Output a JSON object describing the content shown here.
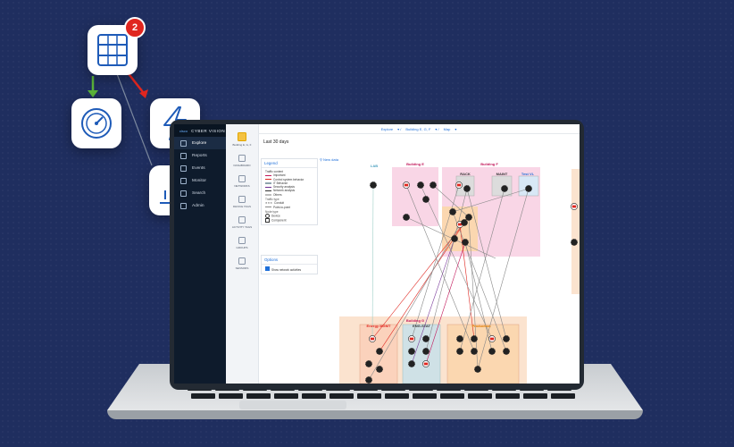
{
  "floating": {
    "notification_count": "2",
    "icons": [
      "server-rack-icon",
      "gauge-icon",
      "lightning-icon",
      "analytics-icon"
    ],
    "arrow_colors": {
      "green": "#5bb43a",
      "red": "#e0261f"
    }
  },
  "app": {
    "brand": "CYBER VISION",
    "logo": "cisco",
    "nav": [
      {
        "label": "Explore",
        "icon": "explore-icon"
      },
      {
        "label": "Reports",
        "icon": "report-icon"
      },
      {
        "label": "Events",
        "icon": "calendar-icon"
      },
      {
        "label": "Monitor",
        "icon": "monitor-icon"
      },
      {
        "label": "Search",
        "icon": "search-icon"
      },
      {
        "label": "Admin",
        "icon": "gear-icon"
      }
    ],
    "subnav": [
      {
        "label": "Building E, G, F",
        "icon": "map-icon"
      },
      {
        "label": "DASHBOARD",
        "icon": "dashboard-icon"
      },
      {
        "label": "NETWORKS",
        "icon": "network-icon"
      },
      {
        "label": "DEVICE TAGS",
        "icon": "tag-icon"
      },
      {
        "label": "ACTIVITY TAGS",
        "icon": "activity-icon"
      },
      {
        "label": "GROUPS",
        "icon": "group-icon"
      },
      {
        "label": "SENSORS",
        "icon": "sensor-icon"
      }
    ],
    "breadcrumb": [
      "Explore",
      "Building E, G, F",
      "Map"
    ],
    "date_range": "Last 30 days",
    "legend": {
      "title": "Legend",
      "traffic_content_label": "Traffic content",
      "traffic_items": [
        {
          "label": "Important",
          "color": "#c2185b"
        },
        {
          "label": "Control system behavior",
          "color": "#e0261f"
        },
        {
          "label": "IT Behavior",
          "color": "#90a4ae"
        },
        {
          "label": "Security analysis",
          "color": "#6d2c91"
        },
        {
          "label": "Network analysis",
          "color": "#333333"
        },
        {
          "label": "Others",
          "color": "#bdbdbd"
        }
      ],
      "traffic_type_label": "Traffic type",
      "traffic_types": [
        "Conduit",
        "Point-to-point"
      ],
      "node_type_label": "Node type",
      "node_types": [
        "Device",
        "Component"
      ]
    },
    "options": {
      "title": "Options",
      "show_network_activities": "Show network activities"
    },
    "new_data": "New data",
    "map_zones": [
      {
        "label": "LAB",
        "color": "#4aa0c0"
      },
      {
        "label": "Building E",
        "color": "#c2185b"
      },
      {
        "label": "Building F",
        "color": "#c2185b"
      },
      {
        "label": "RACK",
        "color": "#333333"
      },
      {
        "label": "MAINT",
        "color": "#333333"
      },
      {
        "label": "Test VL",
        "color": "#1e6fd9"
      },
      {
        "label": "Building G",
        "color": "#c2185b"
      },
      {
        "label": "Energy MGMT",
        "color": "#e0261f"
      },
      {
        "label": "ENG-STAT",
        "color": "#333333"
      },
      {
        "label": "Production",
        "color": "#e07a00"
      }
    ]
  }
}
